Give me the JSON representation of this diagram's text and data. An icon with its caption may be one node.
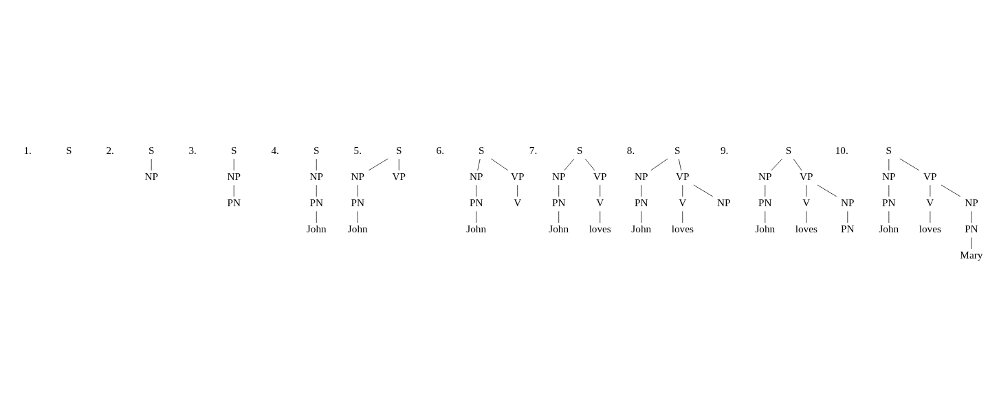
{
  "diagram": {
    "nodes": [
      {
        "text": [
          "S"
        ]
      },
      {
        "text": [
          "S"
        ]
      },
      {
        "text": [
          "NP"
        ]
      },
      {
        "text": [
          "S"
        ]
      },
      {
        "text": [
          "NP"
        ]
      },
      {
        "text": [
          "PN"
        ]
      },
      {
        "text": [
          "S"
        ]
      },
      {
        "text": [
          "NP"
        ]
      },
      {
        "text": [
          "PN"
        ]
      },
      {
        "text": [
          "John"
        ]
      },
      {
        "text": [
          "S"
        ]
      },
      {
        "text": [
          "NP"
        ]
      },
      {
        "text": [
          "VP"
        ]
      },
      {
        "text": [
          "PN"
        ]
      },
      {
        "text": [
          "John"
        ]
      },
      {
        "text": [
          "S"
        ]
      },
      {
        "text": [
          "NP"
        ]
      },
      {
        "text": [
          "VP"
        ]
      },
      {
        "text": [
          "PN"
        ]
      },
      {
        "text": [
          "V"
        ]
      },
      {
        "text": [
          "John"
        ]
      },
      {
        "text": [
          "S"
        ]
      },
      {
        "text": [
          "NP"
        ]
      },
      {
        "text": [
          "VP"
        ]
      },
      {
        "text": [
          "PN"
        ]
      },
      {
        "text": [
          "V"
        ]
      },
      {
        "text": [
          "John"
        ]
      },
      {
        "text": [
          "loves"
        ]
      },
      {
        "text": [
          "S"
        ]
      },
      {
        "text": [
          "NP"
        ]
      },
      {
        "text": [
          "VP"
        ]
      },
      {
        "text": [
          "PN"
        ]
      },
      {
        "text": [
          "V"
        ]
      },
      {
        "text": [
          "NP"
        ]
      },
      {
        "text": [
          "John"
        ]
      },
      {
        "text": [
          "loves"
        ]
      },
      {
        "text": [
          "S"
        ]
      },
      {
        "text": [
          "NP"
        ]
      },
      {
        "text": [
          "VP"
        ]
      },
      {
        "text": [
          "PN"
        ]
      },
      {
        "text": [
          "V"
        ]
      },
      {
        "text": [
          "NP"
        ]
      },
      {
        "text": [
          "John"
        ]
      },
      {
        "text": [
          "loves"
        ]
      },
      {
        "text": [
          "PN"
        ]
      },
      {
        "text": [
          "S"
        ]
      },
      {
        "text": [
          "NP"
        ]
      },
      {
        "text": [
          "VP"
        ]
      },
      {
        "text": [
          "PN"
        ]
      },
      {
        "text": [
          "V"
        ]
      },
      {
        "text": [
          "NP"
        ]
      },
      {
        "text": [
          "John"
        ]
      },
      {
        "text": [
          "loves"
        ]
      },
      {
        "text": [
          "PN"
        ]
      },
      {
        "text": [
          "Mary"
        ]
      }
    ],
    "edges": [
      {
        "from": 1,
        "to": 2,
        "arrow": "none"
      },
      {
        "from": 3,
        "to": 4,
        "arrow": "none"
      },
      {
        "from": 4,
        "to": 5,
        "arrow": "none"
      },
      {
        "from": 6,
        "to": 7,
        "arrow": "none"
      },
      {
        "from": 7,
        "to": 8,
        "arrow": "none"
      },
      {
        "from": 8,
        "to": 9,
        "arrow": "none"
      },
      {
        "from": 10,
        "to": 11,
        "arrow": "none"
      },
      {
        "from": 10,
        "to": 12,
        "arrow": "none"
      },
      {
        "from": 11,
        "to": 13,
        "arrow": "none"
      },
      {
        "from": 13,
        "to": 14,
        "arrow": "none"
      },
      {
        "from": 15,
        "to": 16,
        "arrow": "none"
      },
      {
        "from": 15,
        "to": 17,
        "arrow": "none"
      },
      {
        "from": 16,
        "to": 18,
        "arrow": "none"
      },
      {
        "from": 17,
        "to": 19,
        "arrow": "none"
      },
      {
        "from": 18,
        "to": 20,
        "arrow": "none"
      },
      {
        "from": 21,
        "to": 22,
        "arrow": "none"
      },
      {
        "from": 21,
        "to": 23,
        "arrow": "none"
      },
      {
        "from": 22,
        "to": 24,
        "arrow": "none"
      },
      {
        "from": 23,
        "to": 25,
        "arrow": "none"
      },
      {
        "from": 24,
        "to": 26,
        "arrow": "none"
      },
      {
        "from": 25,
        "to": 27,
        "arrow": "none"
      },
      {
        "from": 28,
        "to": 29,
        "arrow": "none"
      },
      {
        "from": 28,
        "to": 30,
        "arrow": "none"
      },
      {
        "from": 29,
        "to": 31,
        "arrow": "none"
      },
      {
        "from": 30,
        "to": 32,
        "arrow": "none"
      },
      {
        "from": 30,
        "to": 33,
        "arrow": "none"
      },
      {
        "from": 31,
        "to": 34,
        "arrow": "none"
      },
      {
        "from": 32,
        "to": 35,
        "arrow": "none"
      },
      {
        "from": 36,
        "to": 37,
        "arrow": "none"
      },
      {
        "from": 36,
        "to": 38,
        "arrow": "none"
      },
      {
        "from": 37,
        "to": 39,
        "arrow": "none"
      },
      {
        "from": 38,
        "to": 40,
        "arrow": "none"
      },
      {
        "from": 38,
        "to": 41,
        "arrow": "none"
      },
      {
        "from": 39,
        "to": 42,
        "arrow": "none"
      },
      {
        "from": 40,
        "to": 43,
        "arrow": "none"
      },
      {
        "from": 41,
        "to": 44,
        "arrow": "none"
      },
      {
        "from": 45,
        "to": 46,
        "arrow": "none"
      },
      {
        "from": 45,
        "to": 47,
        "arrow": "none"
      },
      {
        "from": 46,
        "to": 48,
        "arrow": "none"
      },
      {
        "from": 47,
        "to": 49,
        "arrow": "none"
      },
      {
        "from": 47,
        "to": 50,
        "arrow": "none"
      },
      {
        "from": 48,
        "to": 51,
        "arrow": "none"
      },
      {
        "from": 49,
        "to": 52,
        "arrow": "none"
      },
      {
        "from": 50,
        "to": 53,
        "arrow": "none"
      },
      {
        "from": 53,
        "to": 54,
        "arrow": "none"
      }
    ],
    "labels": [
      "1.",
      "2.",
      "3.",
      "4.",
      "5.",
      "6.",
      "7.",
      "8.",
      "9.",
      "10."
    ]
  }
}
